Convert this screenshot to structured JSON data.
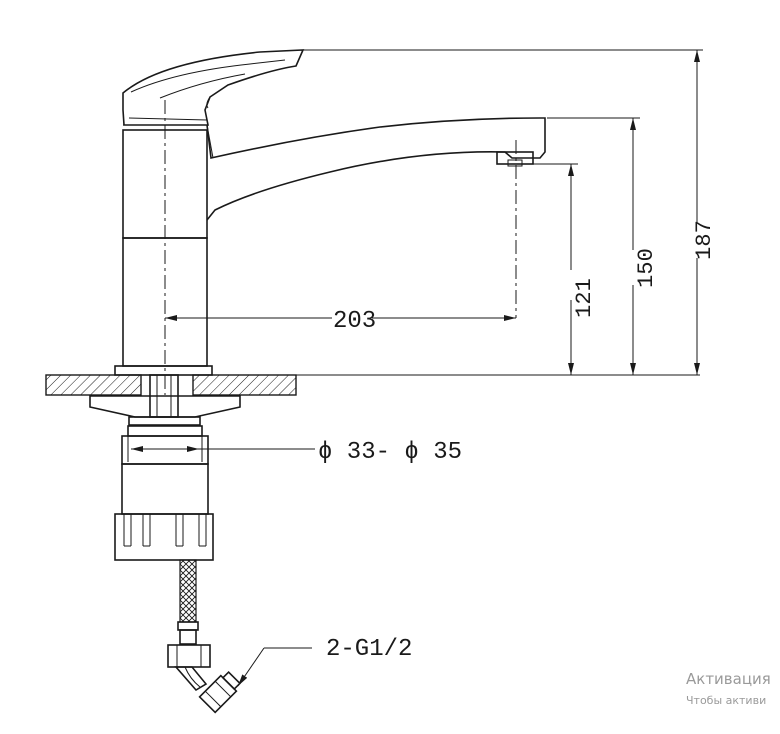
{
  "dimensions": {
    "reach": "203",
    "spout_height": "121",
    "spout_top_height": "150",
    "total_height": "187",
    "mount_hole": "ϕ 33- ϕ 35",
    "connection": "2-G1/2"
  },
  "watermark": {
    "line1": "Активация",
    "line2": "Чтобы активи"
  }
}
